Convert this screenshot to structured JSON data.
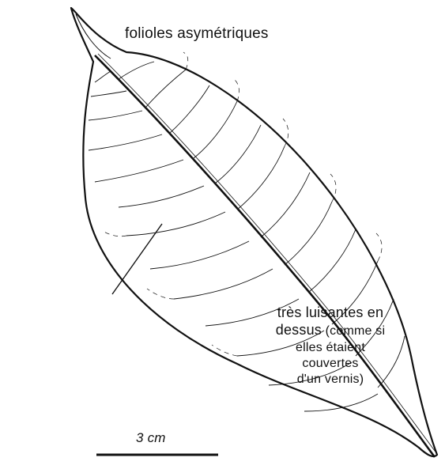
{
  "labels": {
    "top": "folioles asymétriques",
    "note_line1": "très luisantes en",
    "note_line2a": "dessus",
    "note_line2b": " (comme si",
    "note_line3": "elles étaient",
    "note_line4": "couvertes",
    "note_line5": "d'un vernis)",
    "scale": "3 cm"
  },
  "colors": {
    "ink": "#111111",
    "background": "#ffffff"
  }
}
